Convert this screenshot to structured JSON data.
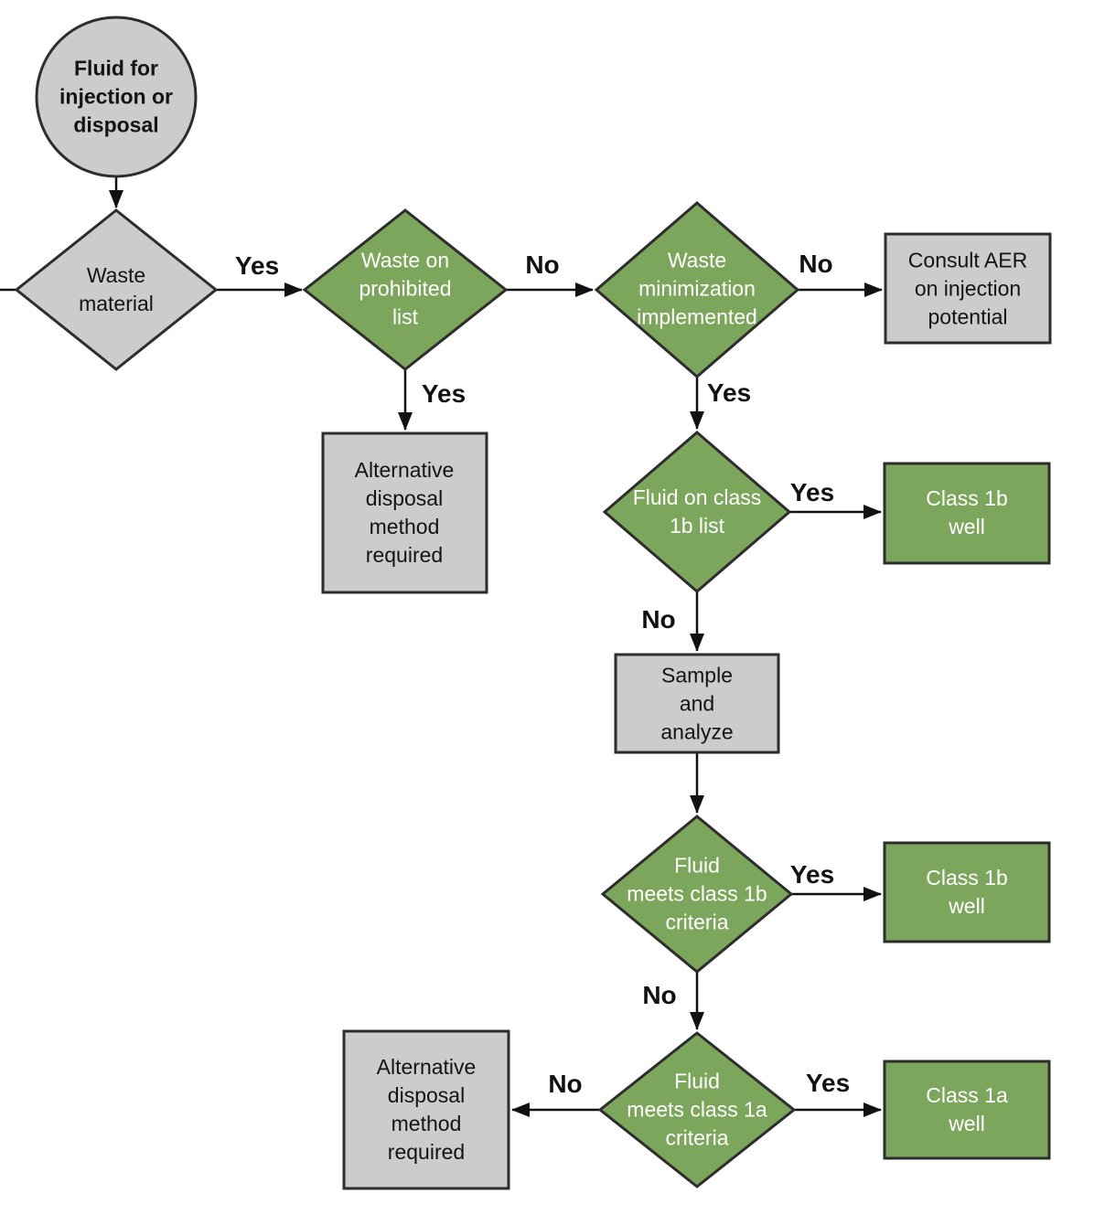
{
  "colors": {
    "node_green": "#7CA65C",
    "node_gray": "#CCCCCD",
    "shape_border": "#2D2D2D",
    "arrow_black": "#111111",
    "text_dark": "#141414",
    "text_light": "#FFFFFF"
  },
  "nodes": {
    "start": {
      "text": "Fluid for\ninjection or\ndisposal",
      "shape": "circle",
      "fill": "gray"
    },
    "waste_material": {
      "text": "Waste\nmaterial",
      "shape": "diamond",
      "fill": "gray"
    },
    "waste_prohibited": {
      "text": "Waste on\nprohibited\nlist",
      "shape": "diamond",
      "fill": "green"
    },
    "waste_minimization": {
      "text": "Waste\nminimization\nimplemented",
      "shape": "diamond",
      "fill": "green"
    },
    "consult_aer": {
      "text": "Consult AER\non injection\npotential",
      "shape": "rect",
      "fill": "gray"
    },
    "alt_disposal_top": {
      "text": "Alternative\ndisposal\nmethod\nrequired",
      "shape": "rect",
      "fill": "gray"
    },
    "fluid_class_1b_list": {
      "text": "Fluid on class\n1b list",
      "shape": "diamond",
      "fill": "green"
    },
    "class_1b_well_top": {
      "text": "Class 1b\nwell",
      "shape": "rect",
      "fill": "green"
    },
    "sample_analyze": {
      "text": "Sample\nand\nanalyze",
      "shape": "rect",
      "fill": "gray"
    },
    "fluid_meets_1b": {
      "text": "Fluid\nmeets class 1b\ncriteria",
      "shape": "diamond",
      "fill": "green"
    },
    "class_1b_well_bottom": {
      "text": "Class 1b\nwell",
      "shape": "rect",
      "fill": "green"
    },
    "fluid_meets_1a": {
      "text": "Fluid\nmeets class 1a\ncriteria",
      "shape": "diamond",
      "fill": "green"
    },
    "class_1a_well": {
      "text": "Class 1a\nwell",
      "shape": "rect",
      "fill": "green"
    },
    "alt_disposal_bottom": {
      "text": "Alternative\ndisposal\nmethod\nrequired",
      "shape": "rect",
      "fill": "gray"
    }
  },
  "edge_labels": {
    "waste_material_yes": "Yes",
    "prohibited_no": "No",
    "prohibited_yes": "Yes",
    "minimization_no": "No",
    "minimization_yes": "Yes",
    "class1b_list_yes": "Yes",
    "class1b_list_no": "No",
    "class1b_criteria_yes": "Yes",
    "class1b_criteria_no": "No",
    "class1a_criteria_yes": "Yes",
    "class1a_criteria_no": "No"
  }
}
